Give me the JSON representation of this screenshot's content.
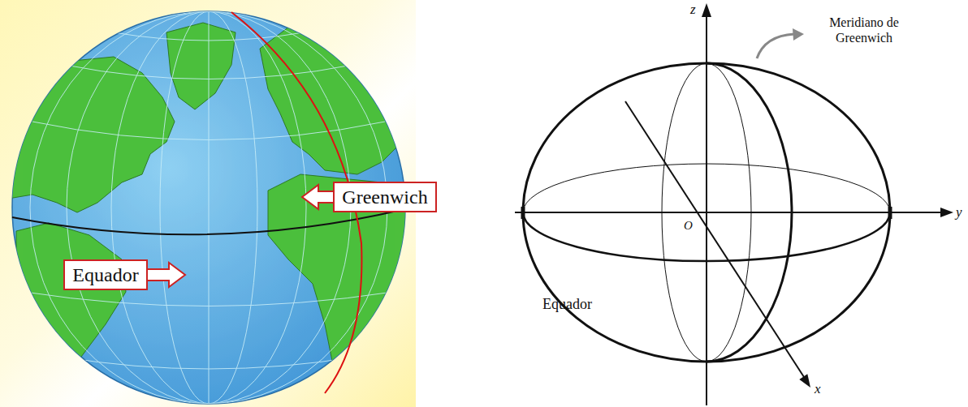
{
  "diagram": {
    "nodes": [
      {
        "text": [
          "Greenwich"
        ]
      },
      {
        "text": [
          "Equador"
        ]
      }
    ],
    "labels": [
      "z",
      "y",
      "O",
      "x",
      "Meridiano de Greenwich",
      "Equador"
    ]
  }
}
